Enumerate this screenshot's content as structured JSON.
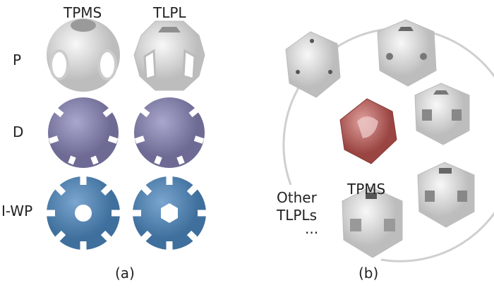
{
  "panel_a": {
    "col_headers": [
      "TPMS",
      "TLPL"
    ],
    "row_labels": [
      "P",
      "D",
      "I-WP"
    ],
    "caption": "(a)",
    "colors": {
      "P": "#e6e6e6",
      "D": "#8a88b0",
      "I-WP": "#5b8bb8"
    }
  },
  "panel_b": {
    "center_label": "TPMS",
    "other_label_line1": "Other",
    "other_label_line2": "TLPLs",
    "ellipsis": "...",
    "caption": "(b)",
    "colors": {
      "tpms": "#b85a58",
      "tlpl": "#e3e3e3",
      "ring": "#cfcfcf"
    }
  }
}
